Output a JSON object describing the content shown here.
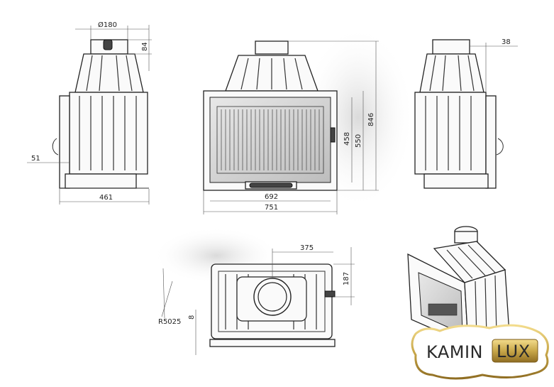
{
  "dimensions": {
    "flue_diameter": "Ø180",
    "collar_height": "84",
    "side_offset": "51",
    "depth": "461",
    "glass_height": "458",
    "front_height": "550",
    "total_height": "846",
    "inner_width": "692",
    "total_width": "751",
    "top_offset": "38",
    "flue_center": "375",
    "flue_depth": "187",
    "radius": "R5025",
    "small_gap": "8"
  },
  "brand": {
    "name_left": "KAMIN",
    "name_right": "LUX",
    "gold_color": "#c9a84a",
    "dark_color": "#2a2a2a"
  }
}
